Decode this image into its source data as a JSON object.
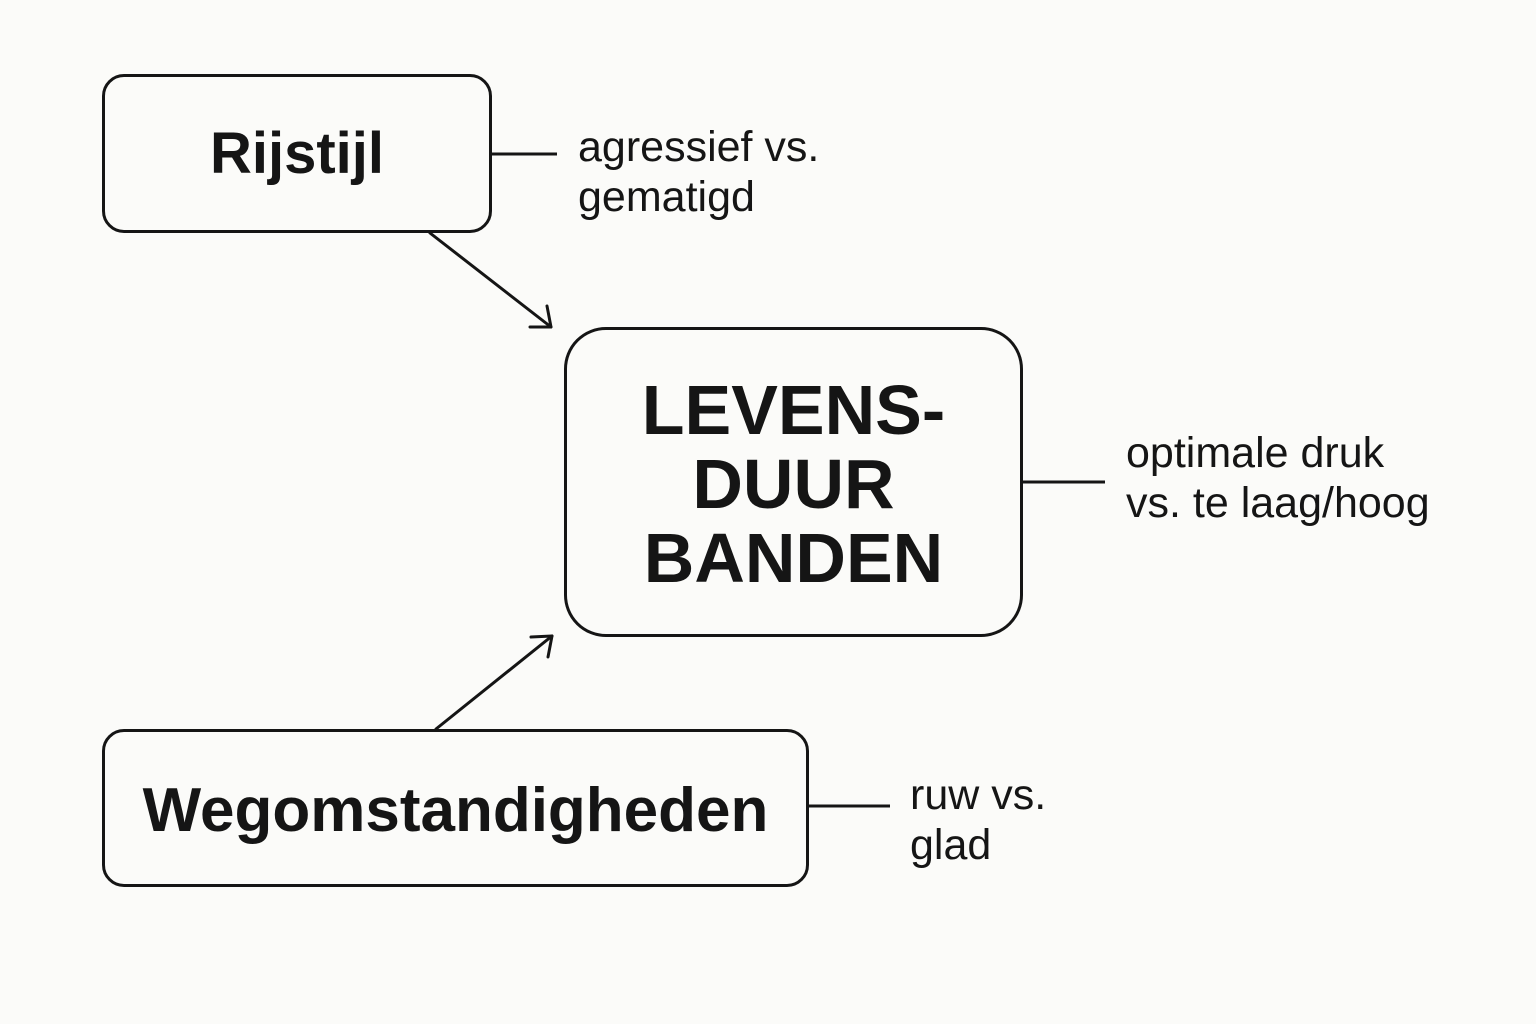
{
  "nodes": {
    "rijstijl": {
      "label": "Rijstijl"
    },
    "center": {
      "lines": [
        "LEVENS-",
        "DUUR",
        "BANDEN"
      ]
    },
    "wegomstandigheden": {
      "label": "Wegomstandigheden"
    }
  },
  "notes": {
    "rijstijl": [
      "agressief vs.",
      "gematigd"
    ],
    "center": [
      "optimale druk",
      "vs. te laag/hoog"
    ],
    "wegomstandigheden": [
      "ruw vs.",
      "glad"
    ]
  },
  "colors": {
    "background": "#fbfbf9",
    "ink": "#151515"
  }
}
